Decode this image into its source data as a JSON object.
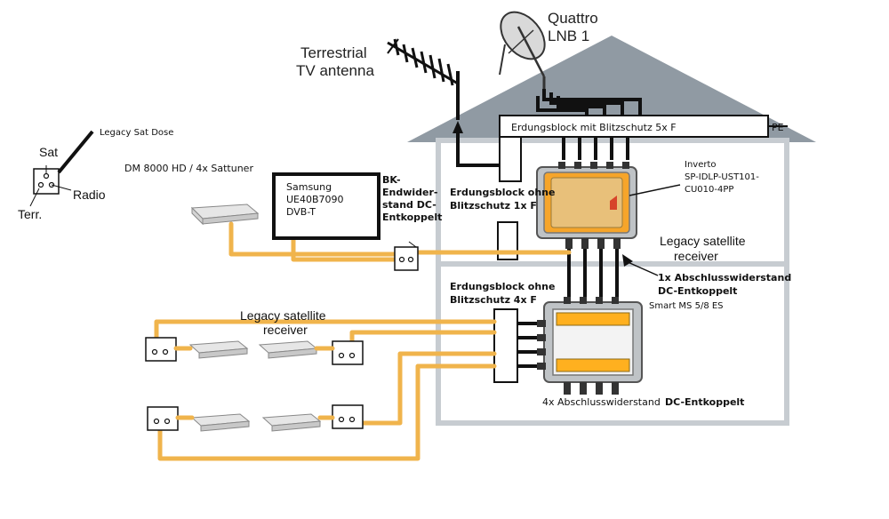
{
  "labels": {
    "quattro_lnb": [
      "Quattro",
      "LNB 1"
    ],
    "terrestrial_antenna": [
      "Terrestrial",
      "TV antenna"
    ],
    "erdungsblock_5x": "Erdungsblock mit Blitzschutz 5x F",
    "pe": "PE",
    "legacy_sat_dose": "Legacy Sat Dose",
    "sat": "Sat",
    "radio": "Radio",
    "terr": "Terr.",
    "dm8000": "DM 8000 HD / 4x Sattuner",
    "samsung_tv": [
      "Samsung",
      "UE40B7090",
      "DVB-T"
    ],
    "bk_endwiderstand": [
      "BK-",
      "Endwider-",
      "stand DC-",
      "Entkoppelt"
    ],
    "erdungsblock_1x": [
      "Erdungsblock ohne",
      "Blitzschutz 1x F"
    ],
    "inverto": [
      "Inverto",
      "SP-IDLP-UST101-",
      "CU010-4PP"
    ],
    "legacy_receiver_right": [
      "Legacy satellite",
      "receiver"
    ],
    "abschluss_1x": [
      "1x Abschlusswiderstand",
      "DC-Entkoppelt"
    ],
    "erdungsblock_4x": [
      "Erdungsblock ohne",
      "Blitzschutz 4x F"
    ],
    "smart_ms": "Smart MS 5/8 ES",
    "legacy_receiver_left": [
      "Legacy satellite",
      "receiver"
    ],
    "abschluss_4x": "4x Abschlusswiderstand",
    "dc_entkoppelt": "DC-Entkoppelt"
  },
  "colors": {
    "cable": "#f0b44c",
    "roof": "#909aa3",
    "wall": "#c7ccd1",
    "switch_body": "#ffb01f"
  },
  "icons": {
    "satellite_dish": "satellite-dish-icon",
    "antenna": "yagi-antenna-icon",
    "wall_socket": "wall-socket-icon",
    "receiver": "receiver-box-icon"
  }
}
